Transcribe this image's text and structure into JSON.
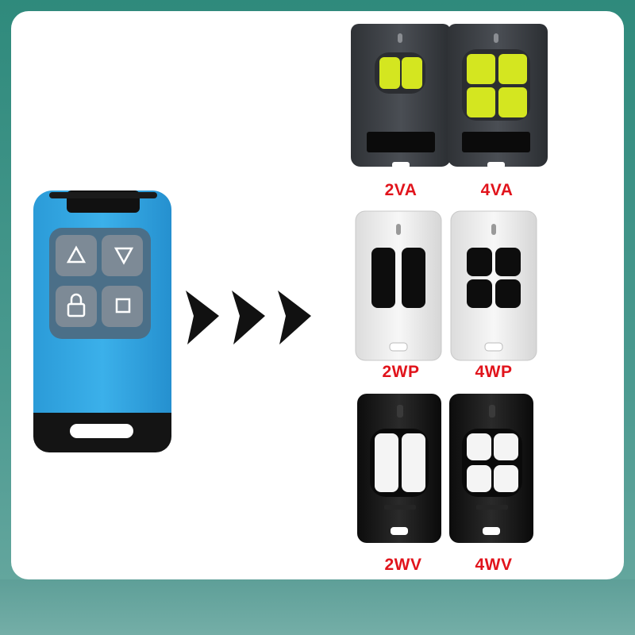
{
  "colors": {
    "background": "#2f8a7c",
    "card": "#ffffff",
    "label": "#e1141c",
    "blue_remote": "#2fa4e0",
    "grey_remote": "#3c3f44",
    "yellow_button": "#d4e620",
    "white_remote": "#f2f2f2",
    "black_remote": "#151515"
  },
  "main_remote": {
    "icons": [
      "up-triangle-icon",
      "down-triangle-icon",
      "lock-icon",
      "square-icon"
    ]
  },
  "arrows": [
    "chevron-right-icon",
    "chevron-right-icon",
    "chevron-right-icon"
  ],
  "models": [
    {
      "label": "2VA",
      "style": "grey-yellow",
      "buttons": 2
    },
    {
      "label": "4VA",
      "style": "grey-yellow",
      "buttons": 4
    },
    {
      "label": "2WP",
      "style": "white-black",
      "buttons": 2
    },
    {
      "label": "4WP",
      "style": "white-black",
      "buttons": 4
    },
    {
      "label": "2WV",
      "style": "black-white",
      "buttons": 2
    },
    {
      "label": "4WV",
      "style": "black-white",
      "buttons": 4
    }
  ]
}
